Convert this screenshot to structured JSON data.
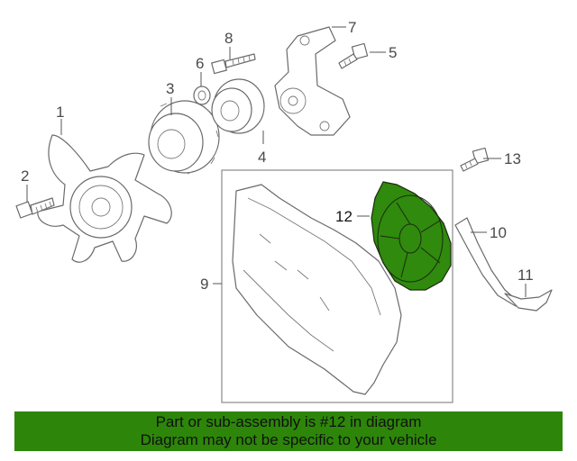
{
  "callouts": {
    "c1": "1",
    "c2": "2",
    "c3": "3",
    "c4": "4",
    "c5": "5",
    "c6": "6",
    "c7": "7",
    "c8": "8",
    "c9": "9",
    "c10": "10",
    "c11": "11",
    "c12": "12",
    "c13": "13"
  },
  "banner": {
    "line1": "Part or sub-assembly is #12 in diagram",
    "line2": "Diagram may not be specific to your vehicle"
  },
  "colors": {
    "highlight": "#2d8609"
  }
}
